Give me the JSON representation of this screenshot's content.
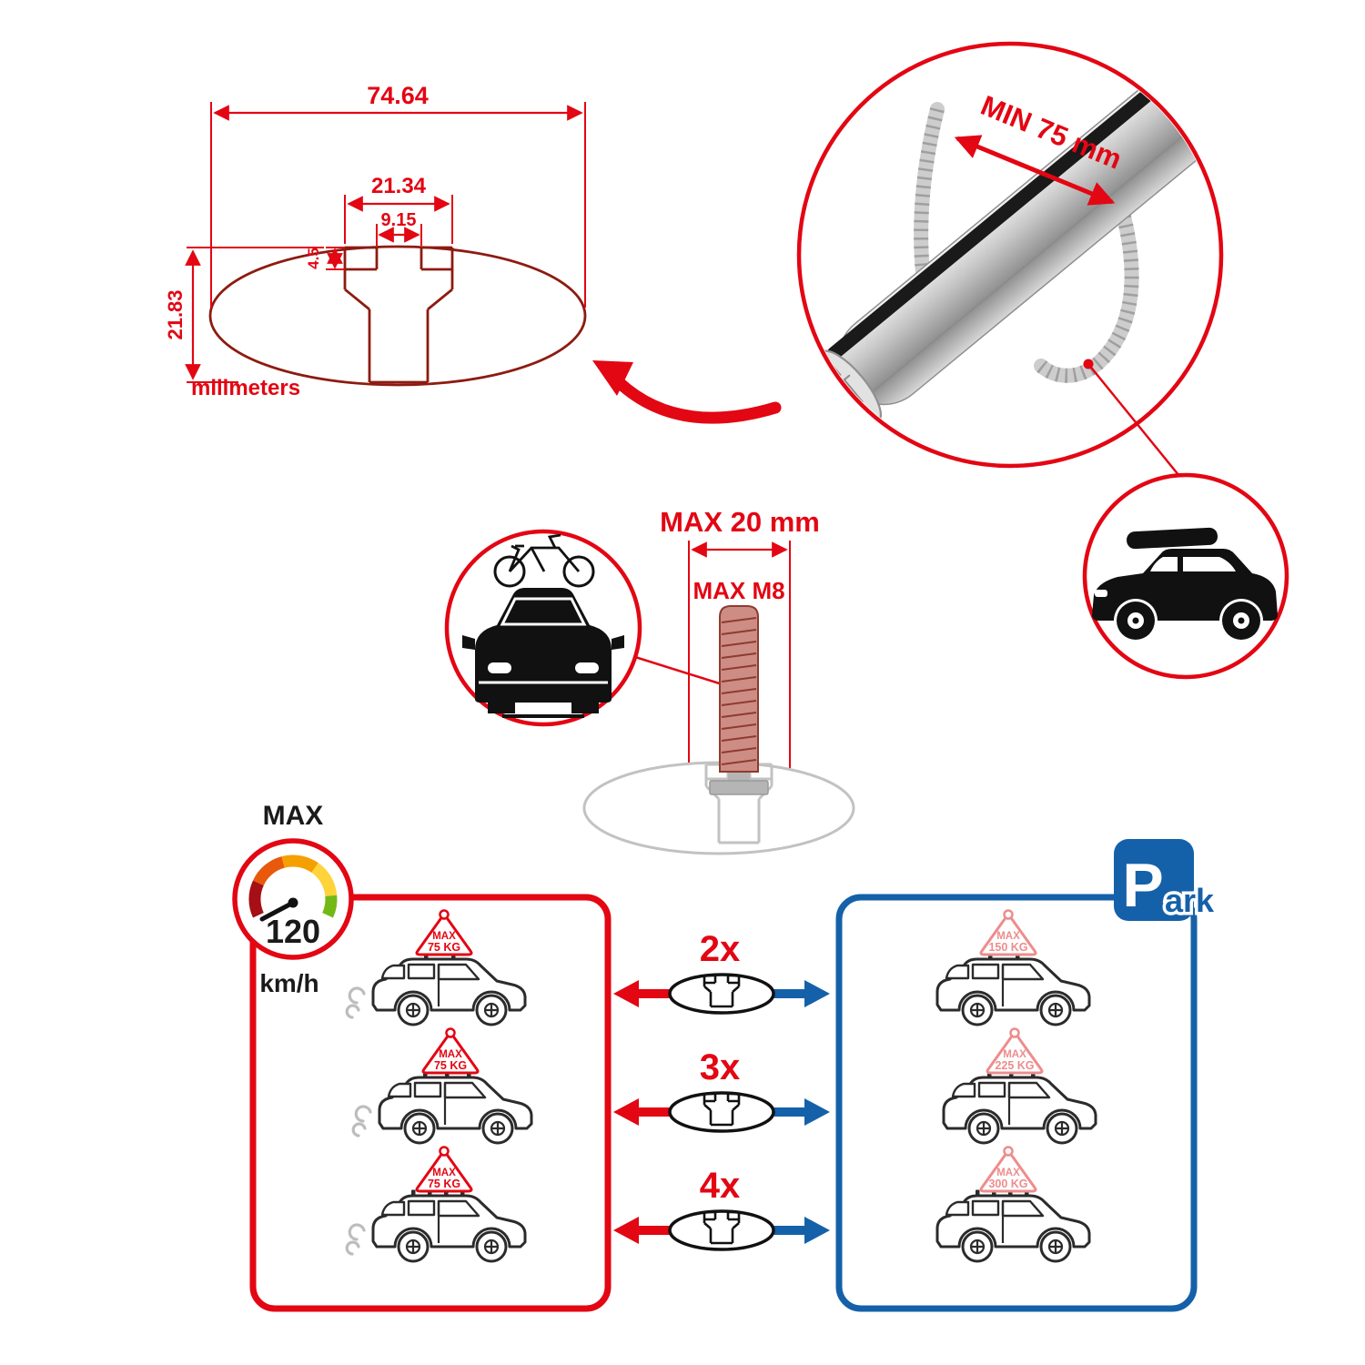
{
  "colors": {
    "accent_red": "#e30613",
    "profile_dark_red": "#8d1b11",
    "park_blue": "#1561a9",
    "ghost_gray": "#c2c2c2",
    "car_outline": "#2b2b2b"
  },
  "dims": {
    "total_width": "74.64",
    "channel_width": "21.34",
    "slot_width": "9.15",
    "lip_depth": "4.5",
    "total_height": "21.83",
    "units_label": "milimeters"
  },
  "bar_circle": {
    "min_label": "MIN 75 mm"
  },
  "bolt": {
    "max_width_label": "MAX 20 mm",
    "thread_label": "MAX M8"
  },
  "speedometer": {
    "top_label": "MAX",
    "value": "120",
    "unit": "km/h"
  },
  "park_sign": {
    "letter": "P",
    "suffix": "ark"
  },
  "multipliers": [
    "2x",
    "3x",
    "4x"
  ],
  "driving_cars": [
    {
      "sign_top": "MAX",
      "sign_value": "75 KG"
    },
    {
      "sign_top": "MAX",
      "sign_value": "75 KG"
    },
    {
      "sign_top": "MAX",
      "sign_value": "75 KG"
    }
  ],
  "parked_cars": [
    {
      "sign_top": "MAX",
      "sign_value": "150 KG"
    },
    {
      "sign_top": "MAX",
      "sign_value": "225 KG"
    },
    {
      "sign_top": "MAX",
      "sign_value": "300 KG"
    }
  ]
}
